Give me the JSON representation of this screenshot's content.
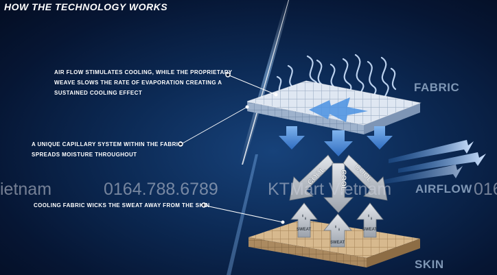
{
  "title": "HOW THE TECHNOLOGY WORKS",
  "callouts": {
    "airflow": [
      "AIR FLOW STIMULATES COOLING, WHILE THE PROPRIETARY",
      "WEAVE SLOWS THE RATE OF EVAPORATION CREATING A",
      "SUSTAINED COOLING EFFECT"
    ],
    "capillary": [
      "A UNIQUE CAPILLARY SYSTEM WITHIN THE FABRIC",
      "SPREADS MOISTURE THROUGHOUT"
    ],
    "wicks": "COOLING FABRIC WICKS THE SWEAT AWAY FROM THE SKIN"
  },
  "layers": {
    "fabric": "FABRIC",
    "airflow": "AIRFLOW",
    "skin": "SKIN"
  },
  "arrow_labels": {
    "cool": "COOL",
    "sweat": "SWEAT"
  },
  "watermark": {
    "left": "ietnam",
    "phone": "0164.788.6789",
    "brand": "KTMart Vietnam",
    "right": "016"
  },
  "colors": {
    "fabric_top": "#d9e3f0",
    "fabric_side": "#8fa6c4",
    "skin_top": "#d2b48c",
    "skin_side": "#a5825a",
    "blue_arrow": "#3a7fd0",
    "grey_arrow": "#b9bec6",
    "label_grey": "#7f97b5"
  }
}
